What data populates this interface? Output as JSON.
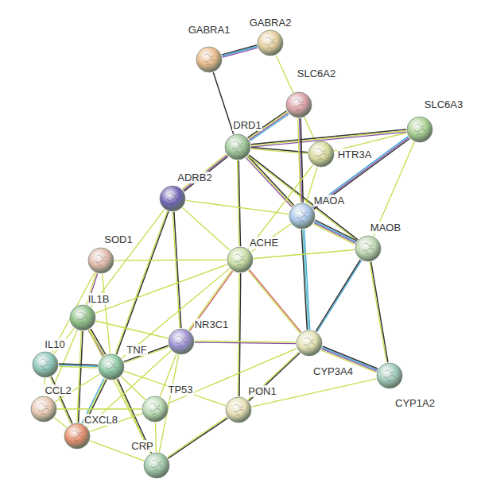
{
  "diagram": {
    "nodes": [
      {
        "text": [
          "GABRA1"
        ]
      },
      {
        "text": [
          "GABRA2"
        ]
      },
      {
        "text": [
          "SLC6A2"
        ]
      },
      {
        "text": [
          "DRD1"
        ]
      },
      {
        "text": [
          "SLC6A3"
        ]
      },
      {
        "text": [
          "HTR3A"
        ]
      },
      {
        "text": [
          "ADRB2"
        ]
      },
      {
        "text": [
          "MAOA"
        ]
      },
      {
        "text": [
          "MAOB"
        ]
      },
      {
        "text": [
          "SOD1"
        ]
      },
      {
        "text": [
          "ACHE"
        ]
      },
      {
        "text": [
          "IL1B"
        ]
      },
      {
        "text": [
          "NR3C1"
        ]
      },
      {
        "text": [
          "CYP3A4"
        ]
      },
      {
        "text": [
          "IL10"
        ]
      },
      {
        "text": [
          "TNF"
        ]
      },
      {
        "text": [
          "CYP1A2"
        ]
      },
      {
        "text": [
          "TP53"
        ]
      },
      {
        "text": [
          "PON1"
        ]
      },
      {
        "text": [
          "CCL2"
        ]
      },
      {
        "text": [
          "CXCL8"
        ]
      },
      {
        "text": [
          "CRP"
        ]
      }
    ],
    "edges": [
      {
        "from": 0,
        "to": 1,
        "arrow": "none"
      },
      {
        "from": 0,
        "to": 3,
        "arrow": "none"
      },
      {
        "from": 1,
        "to": 5,
        "arrow": "none"
      },
      {
        "from": 3,
        "to": 2,
        "arrow": "none"
      },
      {
        "from": 3,
        "to": 4,
        "arrow": "none"
      },
      {
        "from": 3,
        "to": 5,
        "arrow": "none"
      },
      {
        "from": 3,
        "to": 7,
        "arrow": "none"
      },
      {
        "from": 3,
        "to": 8,
        "arrow": "none"
      },
      {
        "from": 3,
        "to": 6,
        "arrow": "none"
      },
      {
        "from": 3,
        "to": 10,
        "arrow": "none"
      },
      {
        "from": 2,
        "to": 7,
        "arrow": "none"
      },
      {
        "from": 4,
        "to": 5,
        "arrow": "none"
      },
      {
        "from": 4,
        "to": 7,
        "arrow": "none"
      },
      {
        "from": 4,
        "to": 8,
        "arrow": "none"
      },
      {
        "from": 5,
        "to": 10,
        "arrow": "none"
      },
      {
        "from": 5,
        "to": 7,
        "arrow": "none"
      },
      {
        "from": 6,
        "to": 7,
        "arrow": "none"
      },
      {
        "from": 6,
        "to": 10,
        "arrow": "none"
      },
      {
        "from": 6,
        "to": 12,
        "arrow": "none"
      },
      {
        "from": 6,
        "to": 15,
        "arrow": "none"
      },
      {
        "from": 6,
        "to": 11,
        "arrow": "none"
      },
      {
        "from": 7,
        "to": 8,
        "arrow": "none"
      },
      {
        "from": 7,
        "to": 10,
        "arrow": "none"
      },
      {
        "from": 7,
        "to": 13,
        "arrow": "none"
      },
      {
        "from": 8,
        "to": 10,
        "arrow": "none"
      },
      {
        "from": 8,
        "to": 13,
        "arrow": "none"
      },
      {
        "from": 8,
        "to": 16,
        "arrow": "none"
      },
      {
        "from": 9,
        "to": 10,
        "arrow": "none"
      },
      {
        "from": 9,
        "to": 11,
        "arrow": "none"
      },
      {
        "from": 9,
        "to": 15,
        "arrow": "none"
      },
      {
        "from": 9,
        "to": 14,
        "arrow": "none"
      },
      {
        "from": 10,
        "to": 13,
        "arrow": "none"
      },
      {
        "from": 10,
        "to": 18,
        "arrow": "none"
      },
      {
        "from": 10,
        "to": 12,
        "arrow": "none"
      },
      {
        "from": 10,
        "to": 15,
        "arrow": "none"
      },
      {
        "from": 10,
        "to": 11,
        "arrow": "none"
      },
      {
        "from": 13,
        "to": 16,
        "arrow": "none"
      },
      {
        "from": 13,
        "to": 12,
        "arrow": "none"
      },
      {
        "from": 13,
        "to": 18,
        "arrow": "none"
      },
      {
        "from": 13,
        "to": 17,
        "arrow": "none"
      },
      {
        "from": 18,
        "to": 21,
        "arrow": "none"
      },
      {
        "from": 18,
        "to": 16,
        "arrow": "none"
      },
      {
        "from": 18,
        "to": 15,
        "arrow": "none"
      },
      {
        "from": 11,
        "to": 15,
        "arrow": "none"
      },
      {
        "from": 11,
        "to": 14,
        "arrow": "none"
      },
      {
        "from": 11,
        "to": 19,
        "arrow": "none"
      },
      {
        "from": 11,
        "to": 20,
        "arrow": "none"
      },
      {
        "from": 11,
        "to": 21,
        "arrow": "none"
      },
      {
        "from": 14,
        "to": 15,
        "arrow": "none"
      },
      {
        "from": 14,
        "to": 19,
        "arrow": "none"
      },
      {
        "from": 14,
        "to": 20,
        "arrow": "none"
      },
      {
        "from": 15,
        "to": 19,
        "arrow": "none"
      },
      {
        "from": 15,
        "to": 20,
        "arrow": "none"
      },
      {
        "from": 15,
        "to": 21,
        "arrow": "none"
      },
      {
        "from": 15,
        "to": 17,
        "arrow": "none"
      },
      {
        "from": 15,
        "to": 12,
        "arrow": "none"
      },
      {
        "from": 12,
        "to": 17,
        "arrow": "none"
      },
      {
        "from": 12,
        "to": 21,
        "arrow": "none"
      },
      {
        "from": 12,
        "to": 20,
        "arrow": "none"
      },
      {
        "from": 12,
        "to": 11,
        "arrow": "none"
      },
      {
        "from": 19,
        "to": 20,
        "arrow": "none"
      },
      {
        "from": 19,
        "to": 17,
        "arrow": "none"
      },
      {
        "from": 20,
        "to": 21,
        "arrow": "none"
      },
      {
        "from": 20,
        "to": 17,
        "arrow": "none"
      },
      {
        "from": 17,
        "to": 21,
        "arrow": "none"
      }
    ]
  }
}
